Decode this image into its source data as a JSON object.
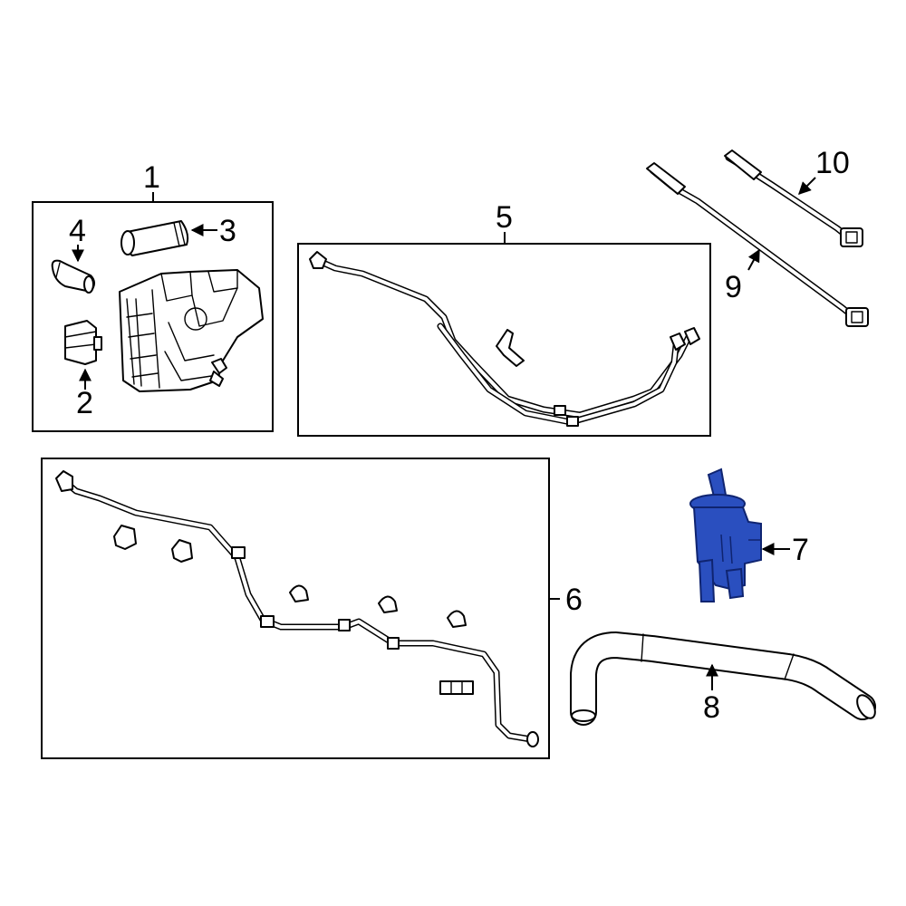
{
  "callouts": {
    "c1": "1",
    "c2": "2",
    "c3": "3",
    "c4": "4",
    "c5": "5",
    "c6": "6",
    "c7": "7",
    "c8": "8",
    "c9": "9",
    "c10": "10"
  },
  "colors": {
    "highlight_part": "#2a4fbf",
    "highlight_stroke": "#0f2470",
    "line": "#000000",
    "background": "#ffffff"
  }
}
